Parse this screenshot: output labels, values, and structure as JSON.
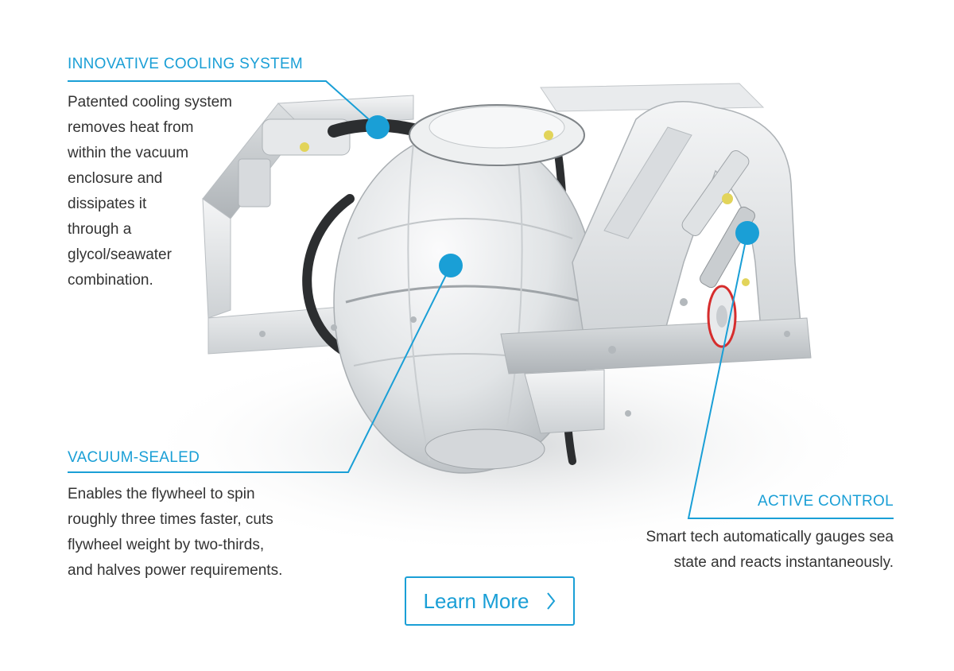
{
  "colors": {
    "accent": "#1a9fd6",
    "text": "#333333"
  },
  "features": {
    "cooling": {
      "title": "INNOVATIVE COOLING SYSTEM",
      "lines": [
        "Patented cooling system",
        "removes heat from",
        "within the vacuum",
        "enclosure and",
        "dissipates it",
        "through a",
        "glycol/seawater",
        "combination."
      ]
    },
    "vacuum": {
      "title": "VACUUM-SEALED",
      "lines": [
        "Enables the flywheel to spin",
        "roughly three times faster, cuts",
        "flywheel weight by two-thirds,",
        "and halves power requirements."
      ]
    },
    "control": {
      "title": "ACTIVE CONTROL",
      "lines": [
        "Smart tech automatically gauges sea",
        "state and reacts instantaneously."
      ]
    }
  },
  "cta": {
    "label": "Learn More",
    "icon": "chevron-right-icon"
  }
}
